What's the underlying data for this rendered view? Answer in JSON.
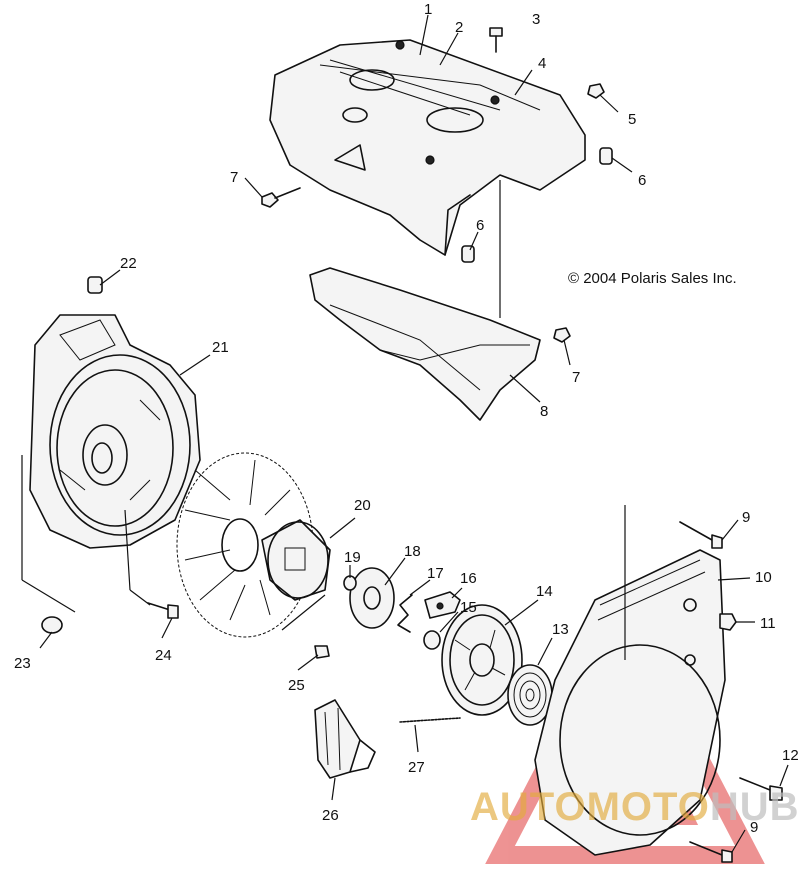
{
  "copyright": "© 2004 Polaris Sales Inc.",
  "watermark": {
    "part1": "AUTOMOTO",
    "part2": "HUB"
  },
  "callouts": [
    "1",
    "2",
    "3",
    "4",
    "5",
    "6",
    "6",
    "7",
    "7",
    "8",
    "9",
    "9",
    "10",
    "11",
    "12",
    "13",
    "14",
    "15",
    "16",
    "17",
    "18",
    "19",
    "20",
    "21",
    "22",
    "23",
    "24",
    "25",
    "26",
    "27"
  ],
  "colors": {
    "line": "#111111",
    "watermark_red": "#e03a3a",
    "watermark_gold": "#e2aa3c"
  }
}
